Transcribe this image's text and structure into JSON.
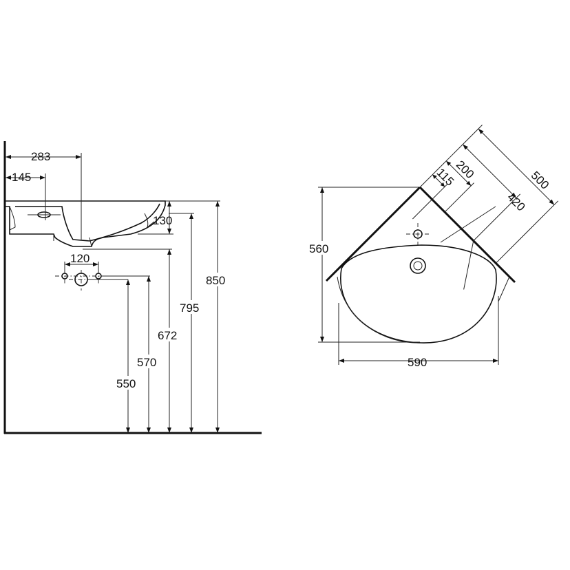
{
  "side_view": {
    "dims": {
      "d283": "283",
      "d145": "145",
      "d130": "130",
      "d120": "120",
      "d850": "850",
      "d795": "795",
      "d672": "672",
      "d570": "570",
      "d550": "550"
    }
  },
  "plan_view": {
    "dims": {
      "d500": "500",
      "d420": "420",
      "d200": "200",
      "d115": "115",
      "d560": "560",
      "d590": "590"
    }
  },
  "colors": {
    "line": "#111111",
    "background": "#ffffff"
  }
}
